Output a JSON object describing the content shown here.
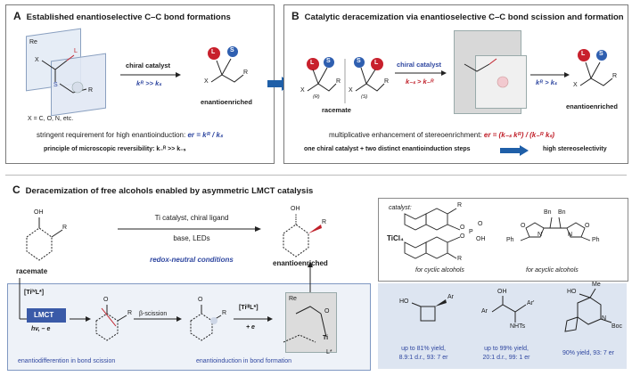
{
  "panel_a": {
    "letter": "A",
    "title": "Established enantioselective C–C bond formations",
    "re_label": "Re",
    "sub_l": "L",
    "sub_x": "X",
    "sub_s": "S",
    "sub_r": "R",
    "footnote": "X = C, O, N, etc.",
    "arrow_top": "chiral catalyst",
    "arrow_bottom": "kᴿ >> kₛ",
    "product_l": "L",
    "product_s": "S",
    "product_x": "X",
    "product_r": "R",
    "product_label": "enantioenriched",
    "line1_text": "stringent requirement for high enantioinduction: ",
    "line1_eq": "er = kᴿ / kₛ",
    "line2": "principle of microscopic reversibility: k₋ᴿ >> k₋ₛ"
  },
  "panel_b": {
    "letter": "B",
    "title": "Catalytic deracemization via enantioselective C–C bond scission and formation",
    "racemate_label": "racemate",
    "mol_l": "L",
    "mol_s": "S",
    "mol_x": "X",
    "mol_r": "R",
    "stereo_r": "(R)",
    "stereo_s": "(S)",
    "arrow1_top": "chiral catalyst",
    "arrow1_bottom": "k₋ₛ > k₋ᴿ",
    "arrow2_bottom": "kᴿ > kₛ",
    "product_label": "enantioenriched",
    "line1_text": "multiplicative enhancement of stereoenrichment: ",
    "line1_eq": "er = (k₋ₛ kᴿ) / (k₋ᴿ kₛ)",
    "line2_left": "one chiral catalyst + two distinct enantioinduction steps",
    "line2_right": "high stereoselectivity"
  },
  "panel_c": {
    "letter": "C",
    "title": "Deracemization of free alcohols enabled by asymmetric LMCT catalysis",
    "oh": "OH",
    "r": "R",
    "racemate_label": "racemate",
    "arrow_top": "Ti catalyst, chiral ligand",
    "arrow_bottom": "base, LEDs",
    "conditions": "redox-neutral conditions",
    "product_label": "enantioenriched",
    "ti_iv": "[TiᴵⱽL*]",
    "lmct": "LMCT",
    "hv": "hv, – e",
    "beta": "β-scission",
    "ti_iii": "[TiᴵᴵᴵL*]",
    "plus_e": "+ e",
    "o_label": "O",
    "re_label": "Re",
    "ti_label": "Ti",
    "l_star": "L*",
    "cap_left": "enantiodifferention in bond scission",
    "cap_right": "enantioinduction in bond formation"
  },
  "catalyst_box": {
    "label": "catalyst:",
    "ticl4": "TiCl₄",
    "r_label": "R",
    "p_label": "P",
    "o_label": "O",
    "oh_label": "OH",
    "ph": "Ph",
    "bn": "Bn",
    "n": "N",
    "cyclic": "for cyclic alcohols",
    "acyclic": "for acyclic alcohols"
  },
  "examples": [
    {
      "oh": "HO",
      "sub": "Ar",
      "line1": "up to 81% yield,",
      "line2": "8.9:1 d.r., 93: 7 er"
    },
    {
      "oh": "OH",
      "sub": "Ar",
      "sub2": "Ar′",
      "nhts": "NHTs",
      "line1": "up to 99% yield,",
      "line2": "20:1 d.r., 99: 1 er"
    },
    {
      "oh": "HO",
      "me": "Me",
      "n": "N",
      "boc": "Boc",
      "line1": "90% yield, 93: 7 er",
      "line2": ""
    }
  ],
  "colors": {
    "accent_blue": "#2f47a0",
    "accent_red": "#c0202a",
    "arrow_blue": "#1f5fa8",
    "l_ball": "#c8202c",
    "s_ball": "#2f5fb0",
    "panel_c_bg": "#eef2f8",
    "examples_bg": "#dde5f1"
  }
}
